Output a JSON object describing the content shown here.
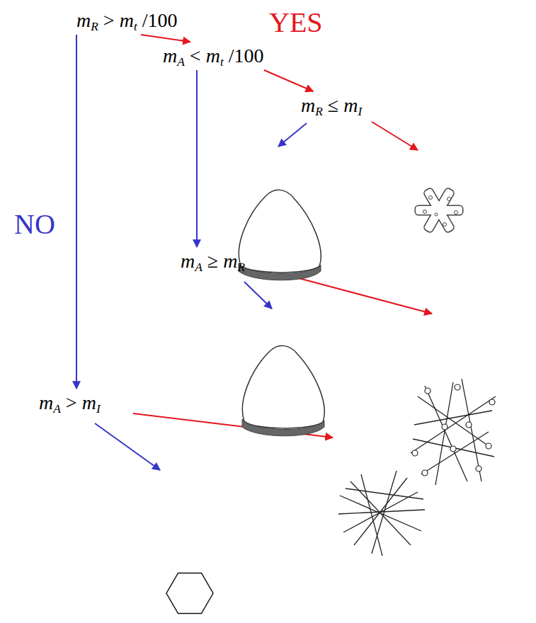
{
  "diagram": {
    "nodes": [
      {
        "text": [
          "mR > mt /100"
        ]
      },
      {
        "text": [
          "mA < mt /100"
        ]
      },
      {
        "text": [
          "mR ≤ mI"
        ]
      },
      {
        "text": [
          "mA ≥ mR"
        ]
      },
      {
        "text": [
          "mA > mI"
        ]
      }
    ],
    "edges": [
      {
        "from": 0,
        "to": 1,
        "arrow": "to"
      },
      {
        "from": 0,
        "to": 4,
        "arrow": "to"
      },
      {
        "from": 1,
        "to": 2,
        "arrow": "to"
      },
      {
        "from": 1,
        "to": 3,
        "arrow": "to"
      }
    ],
    "labels": [
      "YES",
      "NO"
    ]
  }
}
